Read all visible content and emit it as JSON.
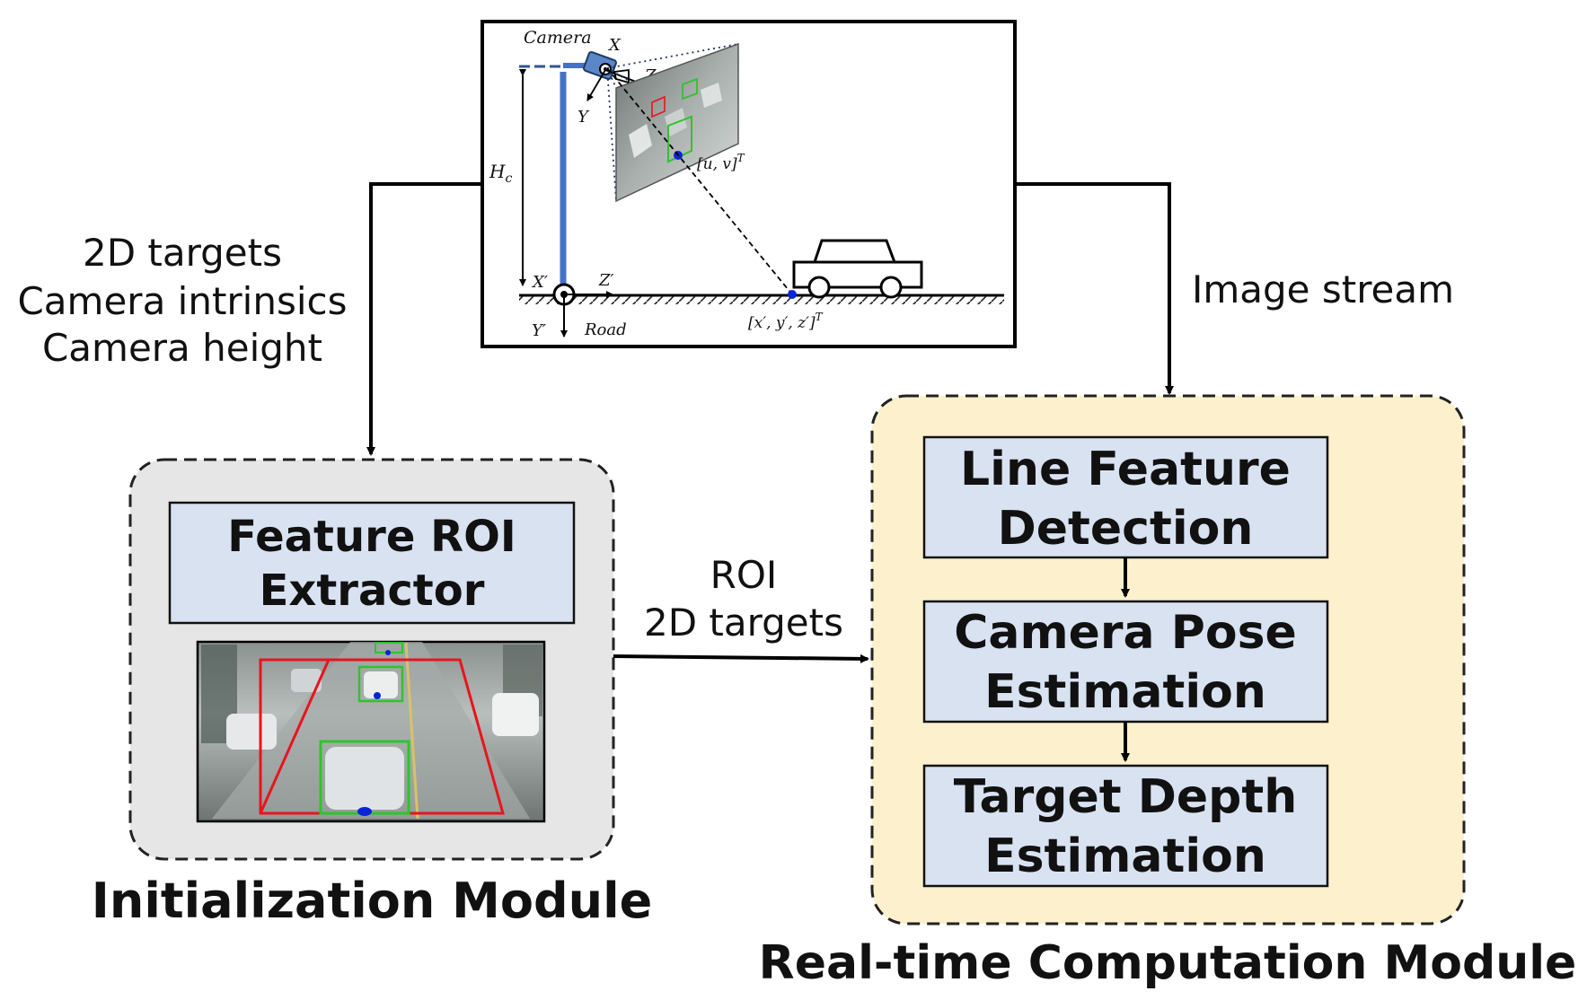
{
  "scene": {
    "camera_label": "Camera",
    "axis_x": "X",
    "axis_y": "Y",
    "axis_z": "Z",
    "height_label": "H",
    "height_sub": "c",
    "image_point": "[u, v]",
    "image_point_sup": "T",
    "ground_x": "X′",
    "ground_y": "Y′",
    "ground_z": "Z′",
    "road_label": "Road",
    "world_point": "[x′, y′, z′]",
    "world_point_sup": "T"
  },
  "left_inputs": [
    "2D targets",
    "Camera intrinsics",
    "Camera height"
  ],
  "right_input": "Image stream",
  "middle_link": [
    "ROI",
    "2D targets"
  ],
  "init_module": {
    "title": "Initialization Module",
    "block": [
      "Feature ROI",
      "Extractor"
    ]
  },
  "realtime_module": {
    "title": "Real-time Computation Module",
    "blocks": [
      [
        "Line Feature",
        "Detection"
      ],
      [
        "Camera Pose",
        "Estimation"
      ],
      [
        "Target Depth",
        "Estimation"
      ]
    ]
  },
  "colors": {
    "init_bg": "#e6e6e6",
    "realtime_bg": "#fdf0cc",
    "block_fill": "#d9e2f1",
    "pole": "#4472c4",
    "point": "#0a24d6",
    "roi_red": "#e8141e",
    "det_green": "#2ec42e"
  }
}
